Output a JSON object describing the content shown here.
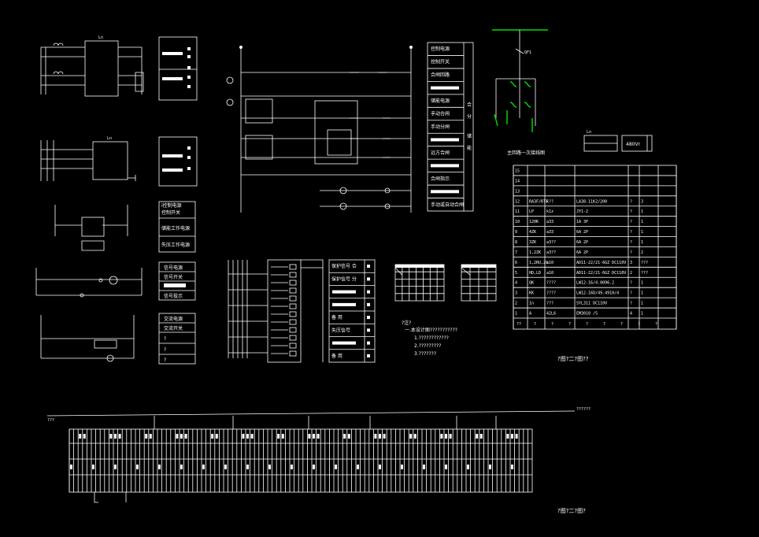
{
  "colors": {
    "background": "#000000",
    "line": "#ffffff",
    "busbar": "#00e000"
  },
  "meter_box": {
    "label": "Ln"
  },
  "meter_box2": {
    "label": "Ln"
  },
  "legend_a": {
    "rows": [
      "i控制电源",
      "控制开关",
      "储能工作电源",
      "失压工作电源"
    ]
  },
  "legend_b": {
    "rows": [
      "信号电源",
      "信号开关",
      "",
      "信号投示"
    ]
  },
  "legend_c": {
    "rows": [
      "交流电源",
      "交流开关",
      "?",
      "?",
      "?"
    ]
  },
  "function_list": {
    "rows": [
      "控制电源",
      "控制开关",
      "合闸回路",
      "",
      "储能电源",
      "手动合闸",
      "手动分闸",
      "",
      "远方合闸",
      "",
      "合闸指示",
      "",
      "手动或自动合闸"
    ],
    "side": [
      "合",
      "分",
      "储",
      "能"
    ]
  },
  "signal_panel": {
    "rows": [
      "保护信号 合",
      "保护信号 分",
      "",
      "",
      "备 用",
      "失压信号",
      "",
      "备 用"
    ]
  },
  "busbar": {
    "label": "QF1",
    "caption": "主回路一次接线图"
  },
  "top_right": {
    "label": "Ln",
    "box": "480Vr"
  },
  "bom_table": {
    "rows": [
      [
        "15",
        "",
        "",
        "",
        "",
        ""
      ],
      [
        "14",
        "",
        "",
        "",
        "",
        ""
      ],
      [
        "13",
        "",
        "",
        "",
        "",
        ""
      ],
      [
        "12",
        "RA3F/RTF",
        "k??",
        "LA38-11K2/200",
        "?",
        "3"
      ],
      [
        "11",
        "LP",
        "k1z",
        "JY1-2",
        "?",
        "1"
      ],
      [
        "10",
        "120K",
        "a33",
        "1A 3P",
        "?",
        "1"
      ],
      [
        "9",
        "4ZK",
        "a33",
        "6A 2P",
        "?",
        "1"
      ],
      [
        "8",
        "3ZK",
        "a3??",
        "6A 2P",
        "?",
        "1"
      ],
      [
        "7",
        "1,2ZK",
        "a3??",
        "6A 2P",
        "?",
        "2"
      ],
      [
        "6",
        "1,2RU,2G",
        "a10",
        "AD11-22/21-6GZ DC110V",
        "3",
        "???"
      ],
      [
        "5",
        "HD,LD",
        "a10",
        "AD11-22/21-6GZ DC110V",
        "2",
        "???"
      ],
      [
        "4",
        "QK",
        "????",
        "LW12-16/4.0096.2",
        "?",
        "1"
      ],
      [
        "3",
        "KK",
        "????",
        "LW12-16D/49.4910/4",
        "?",
        "1"
      ],
      [
        "2",
        "1n",
        "???",
        "SYL311 DC110V",
        "?",
        "1"
      ],
      [
        "1",
        "A",
        "42L6",
        "EM3010 /5",
        "4",
        "1"
      ]
    ],
    "footer": [
      "??",
      "?",
      "?",
      "?",
      "?",
      "?",
      "?",
      "?",
      "?"
    ]
  },
  "notes": {
    "title": "?注?",
    "lines": [
      "一.本设计图???????????",
      "1.????????????",
      "2.?????????",
      "3.???????"
    ]
  },
  "captions": {
    "right_mid": "?图?二?图??",
    "bottom_right": "?图?二?图?"
  },
  "terminal_strip": {
    "left_label": "???",
    "right_label": "??????"
  }
}
